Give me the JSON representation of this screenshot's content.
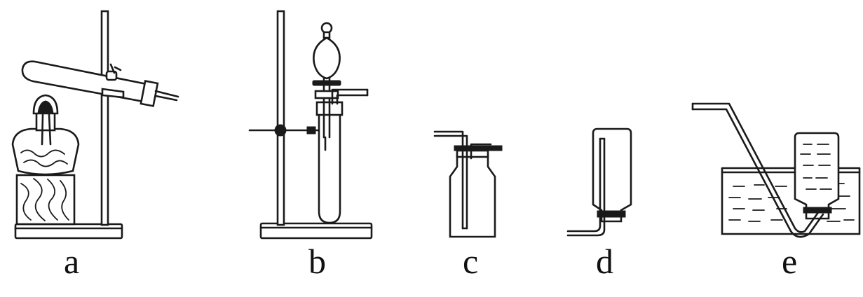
{
  "labels": {
    "a": "a",
    "b": "b",
    "c": "c",
    "d": "d",
    "e": "e"
  }
}
